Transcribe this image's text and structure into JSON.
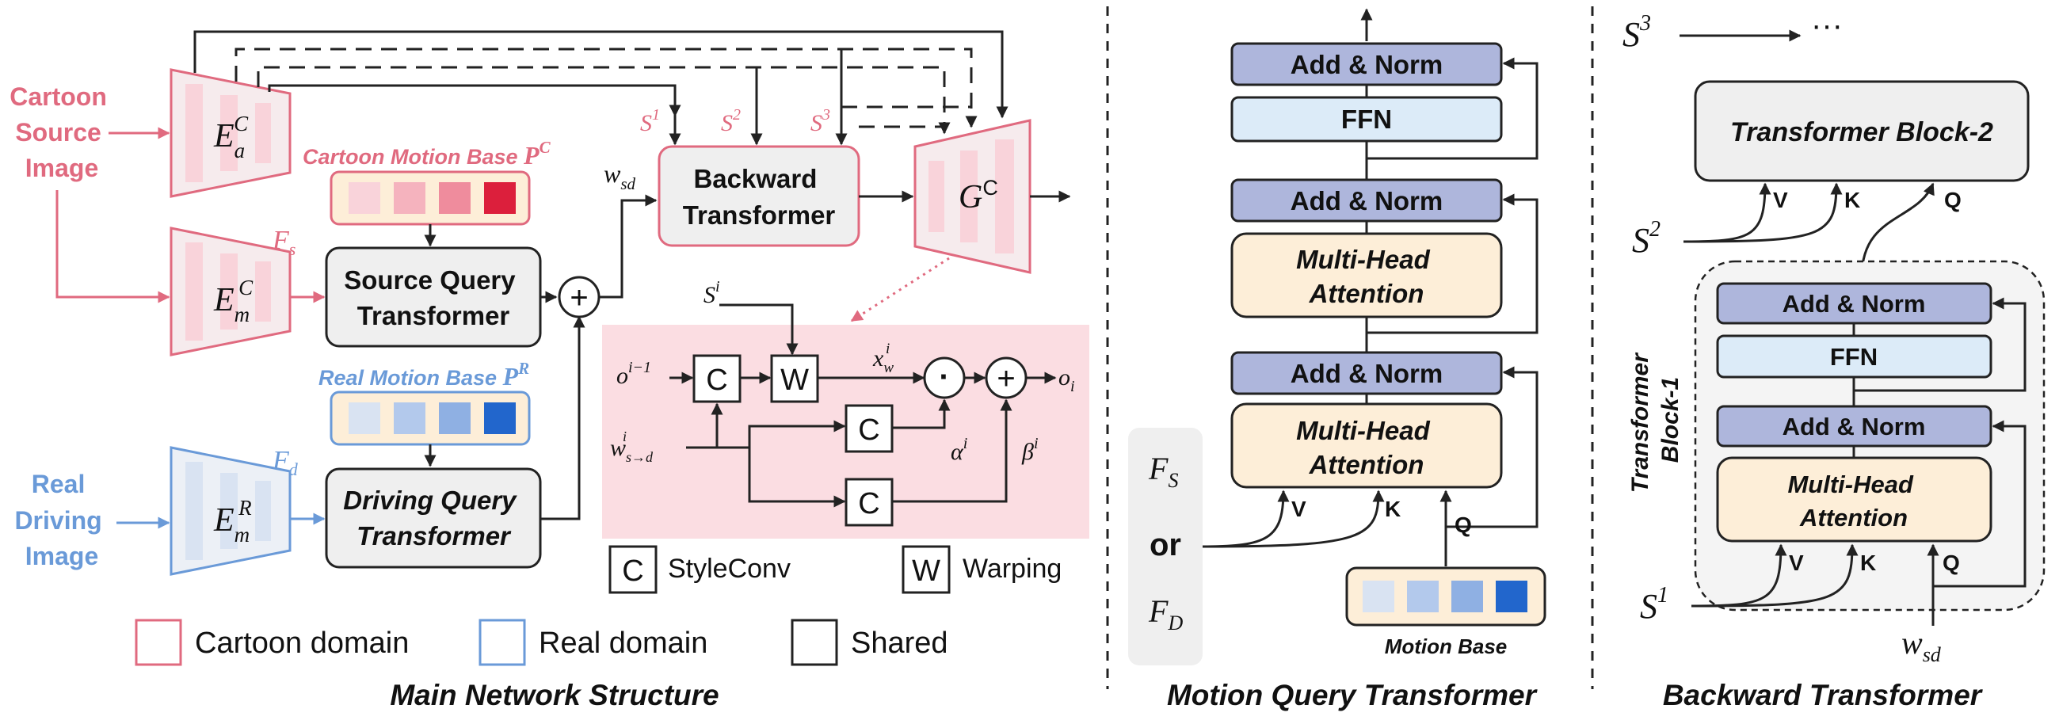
{
  "colors": {
    "cartoon": "#e06a7f",
    "cartoon_fill": "#f8d7dc",
    "real": "#6a9ad8",
    "shared": "#222222",
    "addnorm": "#aeb6dc",
    "ffn": "#dcebf8",
    "attention": "#fdeed8",
    "module_gray": "#efefef",
    "pink_region": "#fbdde2"
  },
  "main": {
    "cartoon_source": [
      "Cartoon",
      "Source",
      "Image"
    ],
    "real_driving": [
      "Real",
      "Driving",
      "Image"
    ],
    "enc_ac": {
      "base": "E",
      "sub": "a",
      "sup": "C"
    },
    "enc_mc": {
      "base": "E",
      "sub": "m",
      "sup": "C"
    },
    "enc_mr": {
      "base": "E",
      "sub": "m",
      "sup": "R"
    },
    "fs": {
      "base": "F",
      "sub": "s"
    },
    "fd": {
      "base": "F",
      "sub": "d"
    },
    "cartoon_motion_base": {
      "text": "Cartoon Motion Base ",
      "sym": "P",
      "sup": "C"
    },
    "real_motion_base": {
      "text": "Real Motion Base ",
      "sym": "P",
      "sup": "R"
    },
    "source_query": [
      "Source Query",
      "Transformer"
    ],
    "driving_query": [
      "Driving Query",
      "Transformer"
    ],
    "wsd": {
      "base": "w",
      "sub": "sd"
    },
    "s1": {
      "base": "S",
      "sup": "1"
    },
    "s2": {
      "base": "S",
      "sup": "2"
    },
    "s3": {
      "base": "S",
      "sup": "3"
    },
    "backward": [
      "Backward",
      "Transformer"
    ],
    "generator": {
      "base": "G",
      "sup": "C"
    },
    "plus": "+",
    "si": {
      "base": "S",
      "sup": "i"
    },
    "oi_1": {
      "base": "o",
      "sup": "i−1"
    },
    "c": "C",
    "w": "W",
    "xwi": {
      "base": "x",
      "sub": "w",
      "sup": "i"
    },
    "dot": "·",
    "oi": {
      "base": "o",
      "sub": "i"
    },
    "alpha": {
      "base": "α",
      "sup": "i"
    },
    "beta": {
      "base": "β",
      "sup": "i"
    },
    "ws_d": {
      "base": "w",
      "sub": "s→d",
      "sup": "i"
    },
    "legend_styleconv": "StyleConv",
    "legend_warping": "Warping",
    "legend_cartoon": "Cartoon domain",
    "legend_real": "Real domain",
    "legend_shared": "Shared",
    "caption": "Main Network Structure"
  },
  "mqt": {
    "add_norm": "Add & Norm",
    "ffn": "FFN",
    "mha": [
      "Multi-Head",
      "Attention"
    ],
    "fs": {
      "base": "F",
      "sub": "S"
    },
    "or": "or",
    "fd": {
      "base": "F",
      "sub": "D"
    },
    "v": "V",
    "k": "K",
    "q": "Q",
    "motion_base": "Motion Base",
    "caption": "Motion Query Transformer"
  },
  "bt": {
    "s3": {
      "base": "S",
      "sup": "3"
    },
    "ellipsis": "···",
    "block2": "Transformer Block-2",
    "s2": {
      "base": "S",
      "sup": "2"
    },
    "s1": {
      "base": "S",
      "sup": "1"
    },
    "v": "V",
    "k": "K",
    "q": "Q",
    "add_norm": "Add & Norm",
    "ffn": "FFN",
    "mha": [
      "Multi-Head",
      "Attention"
    ],
    "block1": [
      "Transformer",
      "Block-1"
    ],
    "wsd": {
      "base": "w",
      "sub": "sd"
    },
    "caption": "Backward Transformer"
  }
}
